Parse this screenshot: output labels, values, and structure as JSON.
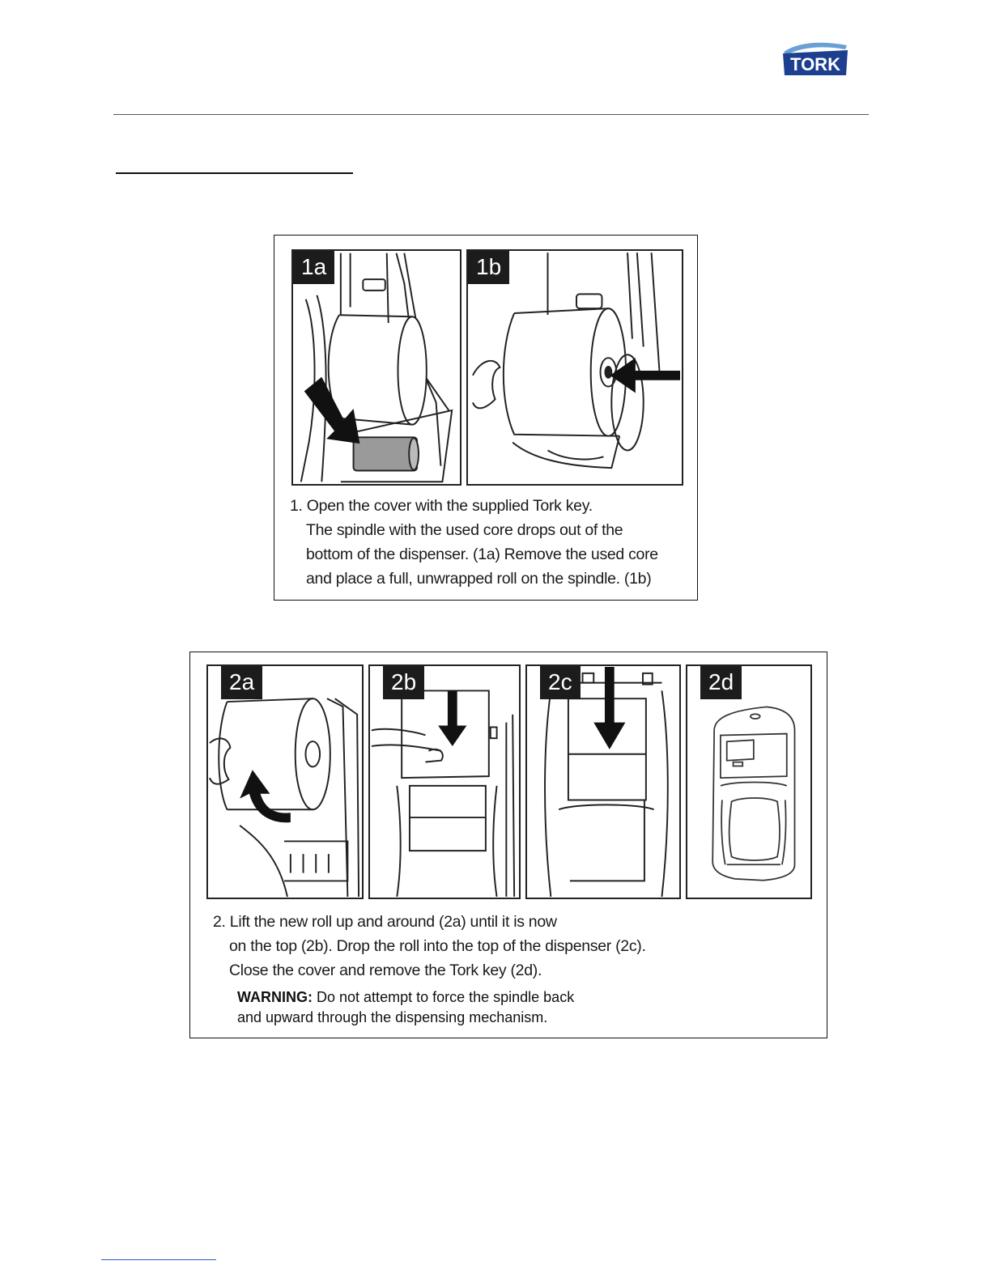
{
  "header": {
    "logo_text": "TORK",
    "brand_color": "#1d3f8f"
  },
  "figure1": {
    "panels": [
      {
        "label": "1a"
      },
      {
        "label": "1b"
      }
    ],
    "caption_lines": [
      "1. Open the cover with the supplied Tork key.",
      "The spindle with the used core drops out of the",
      "bottom of the dispenser. (1a) Remove the used core",
      "and place a full, unwrapped roll on the spindle. (1b)"
    ]
  },
  "figure2": {
    "panels": [
      {
        "label": "2a"
      },
      {
        "label": "2b"
      },
      {
        "label": "2c"
      },
      {
        "label": "2d"
      }
    ],
    "caption_lines": [
      "2. Lift the new roll up and around (2a) until it is now",
      "on the top (2b). Drop the roll into the top of the dispenser (2c).",
      "Close the cover and remove the Tork key (2d)."
    ],
    "warning": {
      "label": "WARNING:",
      "line1": "Do not attempt to force the spindle back",
      "line2": "and upward through the dispensing mechanism."
    }
  }
}
